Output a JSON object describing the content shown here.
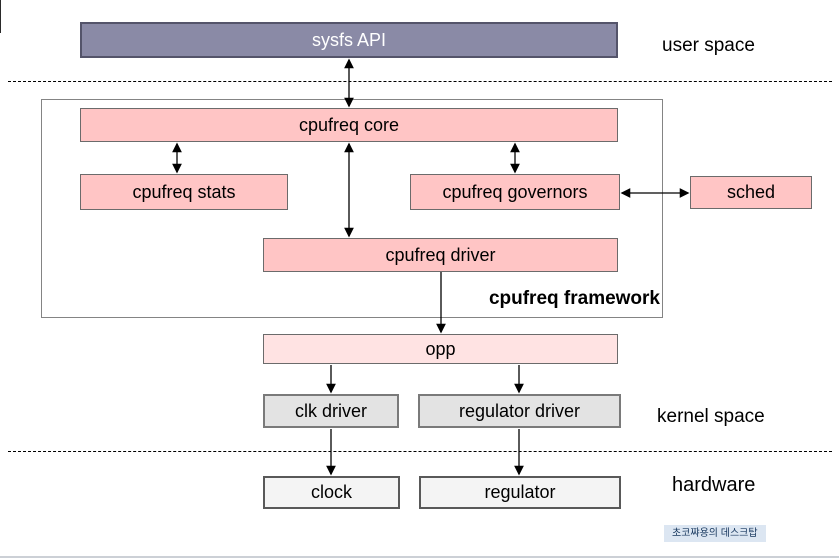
{
  "diagram": {
    "nodes": {
      "sysfs_api": "sysfs API",
      "cpufreq_core": "cpufreq core",
      "cpufreq_stats": "cpufreq stats",
      "cpufreq_governors": "cpufreq governors",
      "sched": "sched",
      "cpufreq_driver": "cpufreq driver",
      "opp": "opp",
      "clk_driver": "clk driver",
      "regulator_driver": "regulator driver",
      "clock": "clock",
      "regulator": "regulator"
    },
    "group_label": "cpufreq framework",
    "region_labels": {
      "user_space": "user space",
      "kernel_space": "kernel space",
      "hardware": "hardware"
    },
    "watermark": "초코쨔용의 데스크탑",
    "colors": {
      "node_pink": "#ffc5c5",
      "node_pink_light": "#ffe3e3",
      "node_purple": "#8a8aa6",
      "node_gray": "#e3e3e3",
      "node_gray_light": "#f4f4f4",
      "frame_border": "#848484",
      "watermark_bg": "#dce6f2"
    }
  }
}
